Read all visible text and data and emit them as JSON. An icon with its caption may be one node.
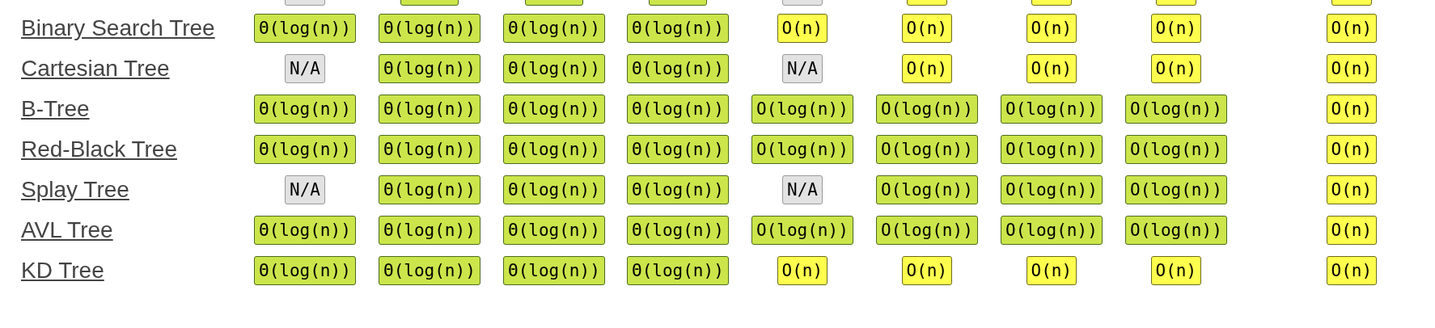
{
  "diagram": {
    "labels": [
      "Binary Search Tree",
      "Θ(log(n))",
      "Θ(log(n))",
      "Θ(log(n))",
      "Θ(log(n))",
      "O(n)",
      "O(n)",
      "O(n)",
      "O(n)",
      "O(n)",
      "Cartesian Tree",
      "N/A",
      "Θ(log(n))",
      "Θ(log(n))",
      "Θ(log(n))",
      "N/A",
      "O(n)",
      "O(n)",
      "O(n)",
      "O(n)",
      "B-Tree",
      "Θ(log(n))",
      "Θ(log(n))",
      "Θ(log(n))",
      "Θ(log(n))",
      "O(log(n))",
      "O(log(n))",
      "O(log(n))",
      "O(log(n))",
      "O(n)",
      "Red-Black Tree",
      "Θ(log(n))",
      "Θ(log(n))",
      "Θ(log(n))",
      "Θ(log(n))",
      "O(log(n))",
      "O(log(n))",
      "O(log(n))",
      "O(log(n))",
      "O(n)",
      "Splay Tree",
      "N/A",
      "Θ(log(n))",
      "Θ(log(n))",
      "Θ(log(n))",
      "N/A",
      "O(log(n))",
      "O(log(n))",
      "O(log(n))",
      "O(n)",
      "AVL Tree",
      "Θ(log(n))",
      "Θ(log(n))",
      "Θ(log(n))",
      "Θ(log(n))",
      "O(log(n))",
      "O(log(n))",
      "O(log(n))",
      "O(log(n))",
      "O(n)",
      "KD Tree",
      "Θ(log(n))",
      "Θ(log(n))",
      "Θ(log(n))",
      "Θ(log(n))",
      "O(n)",
      "O(n)",
      "O(n)",
      "O(n)",
      "O(n)"
    ]
  }
}
